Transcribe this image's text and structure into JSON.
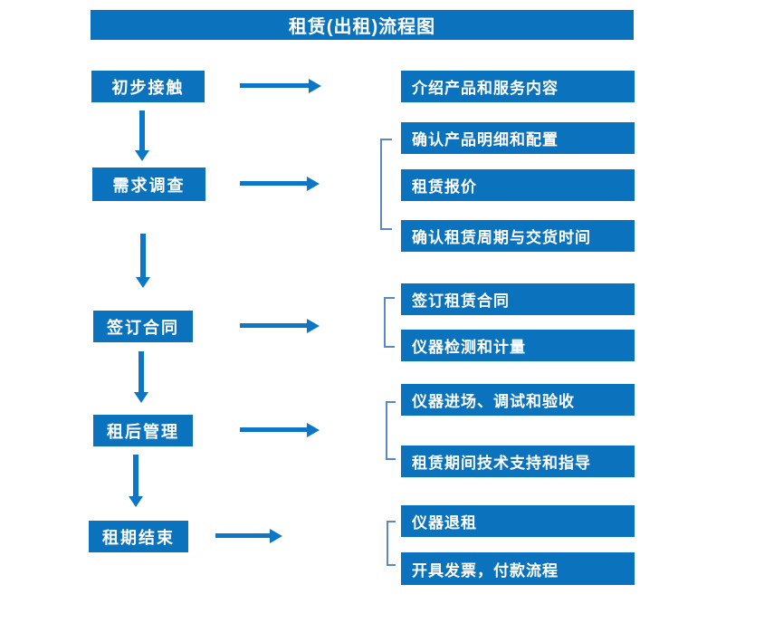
{
  "title": "租赁(出租)流程图",
  "colors": {
    "box_blue": "#0b72be",
    "arrow_blue": "#0e76c6",
    "bracket_blue": "#5b87c5",
    "text_white": "#ffffff",
    "background": "#ffffff"
  },
  "steps": [
    {
      "label": "初步接触"
    },
    {
      "label": "需求调查"
    },
    {
      "label": "签订合同"
    },
    {
      "label": "租后管理"
    },
    {
      "label": "租期结束"
    }
  ],
  "detail_groups": [
    {
      "for_step": "初步接触",
      "items": [
        "介绍产品和服务内容"
      ]
    },
    {
      "for_step": "需求调查",
      "items": [
        "确认产品明细和配置",
        "租赁报价",
        "确认租赁周期与交货时间"
      ]
    },
    {
      "for_step": "签订合同",
      "items": [
        "签订租赁合同",
        "仪器检测和计量"
      ]
    },
    {
      "for_step": "租后管理",
      "items": [
        "仪器进场、调试和验收",
        "租赁期间技术支持和指导"
      ]
    },
    {
      "for_step": "租期结束",
      "items": [
        "仪器退租",
        "开具发票，付款流程"
      ]
    }
  ]
}
